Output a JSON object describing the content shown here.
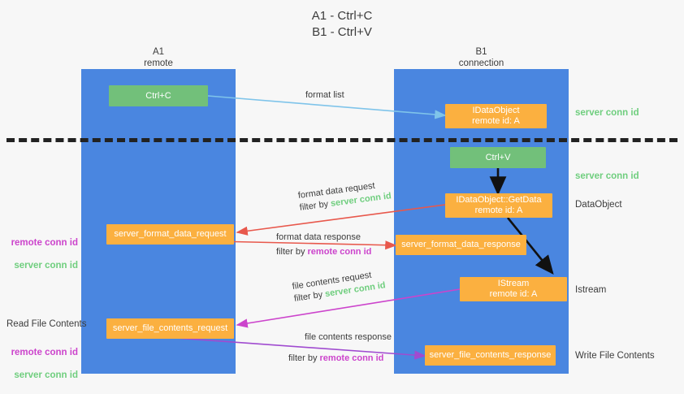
{
  "title": "A1 - Ctrl+C\nB1 - Ctrl+V",
  "columns": [
    {
      "name": "A1",
      "sub": "remote",
      "header": "A1\nremote"
    },
    {
      "name": "B1",
      "sub": "connection",
      "header": "B1\nconnection"
    }
  ],
  "boxes": {
    "ctrl_c": "Ctrl+C",
    "ctrl_v": "Ctrl+V",
    "idataobject": "IDataObject\nremote id: A",
    "idataobject_getdata": "IDataObject::GetData\nremote id: A",
    "istream": "IStream\nremote id: A",
    "server_format_data_request": "server_format_data_request",
    "server_format_data_response": "server_format_data_response",
    "server_file_contents_request": "server_file_contents_request",
    "server_file_contents_response": "server_file_contents_response"
  },
  "right_labels": {
    "server_conn_id_1": "server conn id",
    "server_conn_id_2": "server conn id",
    "dataobject": "DataObject",
    "istream": "Istream",
    "write_file_contents": "Write File Contents"
  },
  "left_labels": {
    "remote_conn_id_1": "remote conn id",
    "server_conn_id_1": "server conn id",
    "read_file_contents": "Read File Contents",
    "remote_conn_id_2": "remote conn id",
    "server_conn_id_2": "server conn id"
  },
  "edges": {
    "format_list": "format list",
    "format_data_request": "format data request",
    "format_data_request_filter_prefix": "filter by ",
    "format_data_request_filter_value": "server conn id",
    "format_data_response": "format data response",
    "format_data_response_filter_prefix": "filter by ",
    "format_data_response_filter_value": "remote conn id",
    "file_contents_request": "file contents request",
    "file_contents_request_filter_prefix": "filter by ",
    "file_contents_request_filter_value": "server conn id",
    "file_contents_response": "file contents response",
    "file_contents_response_filter_prefix": "filter by ",
    "file_contents_response_filter_value": "remote conn id"
  },
  "colors": {
    "lane": "#4a86e0",
    "green_box": "#72c07a",
    "orange_box": "#fbb040",
    "server_conn_id": "#6fce7e",
    "remote_conn_id": "#cc44cc",
    "arrow_blue": "#7fc4ea",
    "arrow_red": "#e8584c",
    "arrow_magenta": "#cc44cc",
    "arrow_purple": "#a04bd0",
    "arrow_black": "#111111",
    "background": "#f7f7f7"
  }
}
